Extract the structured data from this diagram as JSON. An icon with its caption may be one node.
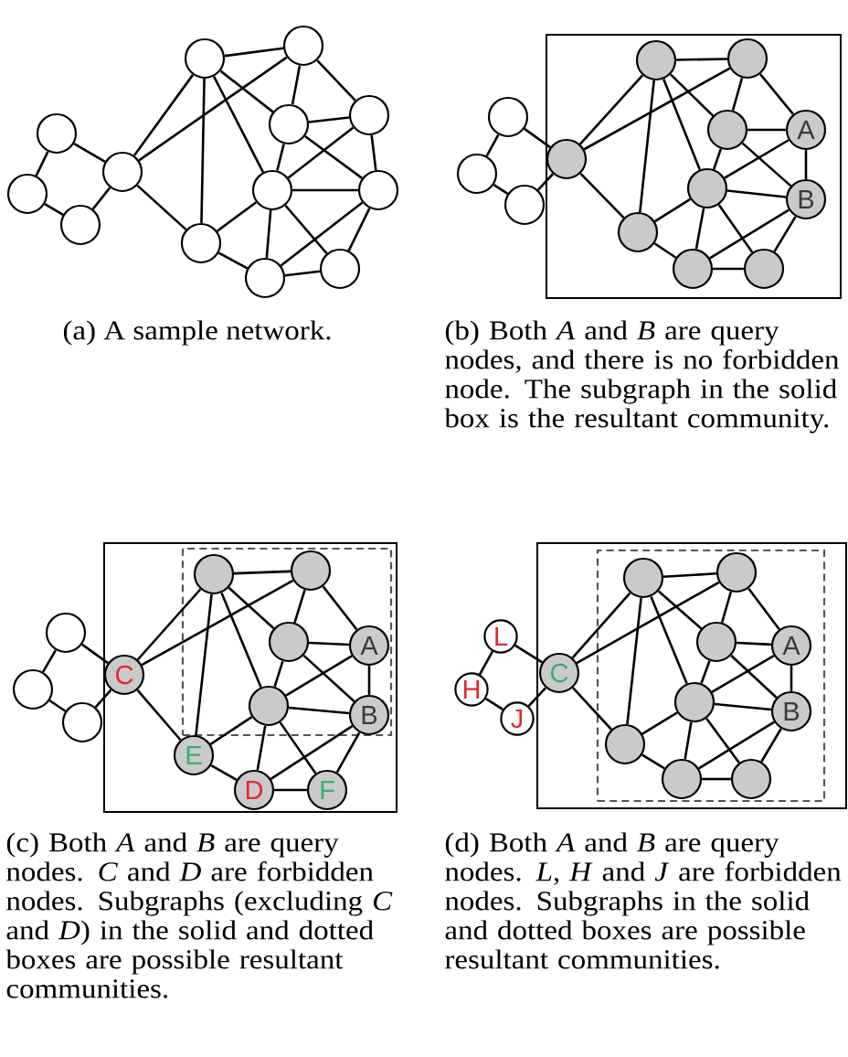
{
  "diagram": {
    "nodes": [
      {
        "text": [],
        "shape": "circle"
      },
      {
        "text": [],
        "shape": "circle"
      },
      {
        "text": [],
        "shape": "circle"
      },
      {
        "text": [],
        "shape": "circle"
      },
      {
        "text": [],
        "shape": "circle"
      },
      {
        "text": [],
        "shape": "circle"
      },
      {
        "text": [],
        "shape": "circle"
      },
      {
        "text": [],
        "shape": "circle"
      },
      {
        "text": [],
        "shape": "circle"
      },
      {
        "text": [],
        "shape": "circle"
      },
      {
        "text": [],
        "shape": "circle"
      },
      {
        "text": [],
        "shape": "circle"
      },
      {
        "text": [],
        "shape": "circle"
      },
      {
        "text": [],
        "shape": "circle"
      },
      {
        "text": [],
        "shape": "circle"
      },
      {
        "text": [],
        "shape": "circle"
      },
      {
        "text": [],
        "shape": "box"
      },
      {
        "text": [],
        "shape": "circle",
        "in": 16
      },
      {
        "text": [],
        "shape": "circle",
        "in": 16
      },
      {
        "text": [],
        "shape": "circle",
        "in": 16
      },
      {
        "text": [],
        "shape": "circle",
        "in": 16
      },
      {
        "text": [
          "A"
        ],
        "in": 16
      },
      {
        "text": [],
        "shape": "circle",
        "in": 16
      },
      {
        "text": [
          "B"
        ],
        "in": 16
      },
      {
        "text": [],
        "shape": "circle",
        "in": 16
      },
      {
        "text": [],
        "shape": "circle",
        "in": 16
      },
      {
        "text": [],
        "shape": "circle",
        "in": 16
      },
      {
        "text": [],
        "shape": "circle"
      },
      {
        "text": [],
        "shape": "circle"
      },
      {
        "text": [],
        "shape": "circle"
      },
      {
        "text": [],
        "shape": "box"
      },
      {
        "text": [
          "C"
        ],
        "in": 30
      },
      {
        "text": [],
        "shape": "box",
        "in": 30
      },
      {
        "text": [],
        "shape": "circle",
        "in": 32
      },
      {
        "text": [],
        "shape": "circle",
        "in": 32
      },
      {
        "text": [],
        "shape": "circle",
        "in": 32
      },
      {
        "text": [
          "A"
        ],
        "in": 32
      },
      {
        "text": [],
        "shape": "circle",
        "in": 32
      },
      {
        "text": [
          "B"
        ],
        "in": 32
      },
      {
        "text": [
          "E"
        ],
        "in": 30
      },
      {
        "text": [
          "D"
        ],
        "in": 30
      },
      {
        "text": [
          "F"
        ],
        "in": 30
      },
      {
        "text": [
          "L"
        ]
      },
      {
        "text": [
          "H"
        ]
      },
      {
        "text": [
          "J"
        ]
      },
      {
        "text": [],
        "shape": "box"
      },
      {
        "text": [
          "C"
        ],
        "in": 45
      },
      {
        "text": [],
        "shape": "box",
        "in": 45
      },
      {
        "text": [],
        "shape": "circle",
        "in": 47
      },
      {
        "text": [],
        "shape": "circle",
        "in": 47
      },
      {
        "text": [],
        "shape": "circle",
        "in": 47
      },
      {
        "text": [
          "A"
        ],
        "in": 47
      },
      {
        "text": [],
        "shape": "circle",
        "in": 47
      },
      {
        "text": [
          "B"
        ],
        "in": 47
      },
      {
        "text": [],
        "shape": "circle",
        "in": 47
      },
      {
        "text": [],
        "shape": "circle",
        "in": 47
      },
      {
        "text": [],
        "shape": "circle",
        "in": 47
      }
    ],
    "edges": [
      {
        "from": 0,
        "to": 3,
        "arrow": "none"
      },
      {
        "from": 0,
        "to": 1,
        "arrow": "none"
      },
      {
        "from": 1,
        "to": 2,
        "arrow": "none"
      },
      {
        "from": 2,
        "to": 3,
        "arrow": "none"
      },
      {
        "from": 3,
        "to": 4,
        "arrow": "none"
      },
      {
        "from": 3,
        "to": 5,
        "arrow": "none"
      },
      {
        "from": 3,
        "to": 10,
        "arrow": "none"
      },
      {
        "from": 4,
        "to": 5,
        "arrow": "none"
      },
      {
        "from": 4,
        "to": 10,
        "arrow": "none"
      },
      {
        "from": 4,
        "to": 6,
        "arrow": "none"
      },
      {
        "from": 4,
        "to": 8,
        "arrow": "none"
      },
      {
        "from": 5,
        "to": 6,
        "arrow": "none"
      },
      {
        "from": 5,
        "to": 7,
        "arrow": "none"
      },
      {
        "from": 6,
        "to": 7,
        "arrow": "none"
      },
      {
        "from": 6,
        "to": 8,
        "arrow": "none"
      },
      {
        "from": 6,
        "to": 9,
        "arrow": "none"
      },
      {
        "from": 7,
        "to": 9,
        "arrow": "none"
      },
      {
        "from": 7,
        "to": 8,
        "arrow": "none"
      },
      {
        "from": 8,
        "to": 9,
        "arrow": "none"
      },
      {
        "from": 8,
        "to": 10,
        "arrow": "none"
      },
      {
        "from": 8,
        "to": 11,
        "arrow": "none"
      },
      {
        "from": 8,
        "to": 12,
        "arrow": "none"
      },
      {
        "from": 10,
        "to": 11,
        "arrow": "none"
      },
      {
        "from": 11,
        "to": 12,
        "arrow": "none"
      },
      {
        "from": 11,
        "to": 9,
        "arrow": "none"
      },
      {
        "from": 12,
        "to": 9,
        "arrow": "none"
      },
      {
        "from": 13,
        "to": 17,
        "arrow": "none"
      },
      {
        "from": 13,
        "to": 14,
        "arrow": "none"
      },
      {
        "from": 14,
        "to": 15,
        "arrow": "none"
      },
      {
        "from": 15,
        "to": 17,
        "arrow": "none"
      },
      {
        "from": 17,
        "to": 18,
        "arrow": "none"
      },
      {
        "from": 17,
        "to": 19,
        "arrow": "none"
      },
      {
        "from": 17,
        "to": 24,
        "arrow": "none"
      },
      {
        "from": 18,
        "to": 19,
        "arrow": "none"
      },
      {
        "from": 18,
        "to": 24,
        "arrow": "none"
      },
      {
        "from": 18,
        "to": 20,
        "arrow": "none"
      },
      {
        "from": 18,
        "to": 22,
        "arrow": "none"
      },
      {
        "from": 19,
        "to": 20,
        "arrow": "none"
      },
      {
        "from": 19,
        "to": 21,
        "arrow": "none"
      },
      {
        "from": 20,
        "to": 21,
        "arrow": "none"
      },
      {
        "from": 20,
        "to": 22,
        "arrow": "none"
      },
      {
        "from": 20,
        "to": 23,
        "arrow": "none"
      },
      {
        "from": 21,
        "to": 23,
        "arrow": "none"
      },
      {
        "from": 21,
        "to": 22,
        "arrow": "none"
      },
      {
        "from": 22,
        "to": 23,
        "arrow": "none"
      },
      {
        "from": 22,
        "to": 24,
        "arrow": "none"
      },
      {
        "from": 22,
        "to": 25,
        "arrow": "none"
      },
      {
        "from": 22,
        "to": 26,
        "arrow": "none"
      },
      {
        "from": 24,
        "to": 25,
        "arrow": "none"
      },
      {
        "from": 25,
        "to": 26,
        "arrow": "none"
      },
      {
        "from": 25,
        "to": 23,
        "arrow": "none"
      },
      {
        "from": 26,
        "to": 23,
        "arrow": "none"
      },
      {
        "from": 27,
        "to": 31,
        "arrow": "none"
      },
      {
        "from": 27,
        "to": 28,
        "arrow": "none"
      },
      {
        "from": 28,
        "to": 29,
        "arrow": "none"
      },
      {
        "from": 29,
        "to": 31,
        "arrow": "none"
      },
      {
        "from": 31,
        "to": 33,
        "arrow": "none"
      },
      {
        "from": 31,
        "to": 34,
        "arrow": "none"
      },
      {
        "from": 31,
        "to": 39,
        "arrow": "none"
      },
      {
        "from": 33,
        "to": 34,
        "arrow": "none"
      },
      {
        "from": 33,
        "to": 39,
        "arrow": "none"
      },
      {
        "from": 33,
        "to": 35,
        "arrow": "none"
      },
      {
        "from": 33,
        "to": 37,
        "arrow": "none"
      },
      {
        "from": 34,
        "to": 35,
        "arrow": "none"
      },
      {
        "from": 34,
        "to": 36,
        "arrow": "none"
      },
      {
        "from": 35,
        "to": 36,
        "arrow": "none"
      },
      {
        "from": 35,
        "to": 37,
        "arrow": "none"
      },
      {
        "from": 35,
        "to": 38,
        "arrow": "none"
      },
      {
        "from": 36,
        "to": 38,
        "arrow": "none"
      },
      {
        "from": 36,
        "to": 37,
        "arrow": "none"
      },
      {
        "from": 37,
        "to": 38,
        "arrow": "none"
      },
      {
        "from": 37,
        "to": 39,
        "arrow": "none"
      },
      {
        "from": 37,
        "to": 40,
        "arrow": "none"
      },
      {
        "from": 37,
        "to": 41,
        "arrow": "none"
      },
      {
        "from": 39,
        "to": 40,
        "arrow": "none"
      },
      {
        "from": 40,
        "to": 41,
        "arrow": "none"
      },
      {
        "from": 40,
        "to": 38,
        "arrow": "none"
      },
      {
        "from": 41,
        "to": 38,
        "arrow": "none"
      },
      {
        "from": 42,
        "to": 46,
        "arrow": "none"
      },
      {
        "from": 42,
        "to": 43,
        "arrow": "none"
      },
      {
        "from": 43,
        "to": 44,
        "arrow": "none"
      },
      {
        "from": 44,
        "to": 46,
        "arrow": "none"
      },
      {
        "from": 46,
        "to": 48,
        "arrow": "none"
      },
      {
        "from": 46,
        "to": 49,
        "arrow": "none"
      },
      {
        "from": 46,
        "to": 54,
        "arrow": "none"
      },
      {
        "from": 48,
        "to": 49,
        "arrow": "none"
      },
      {
        "from": 48,
        "to": 54,
        "arrow": "none"
      },
      {
        "from": 48,
        "to": 50,
        "arrow": "none"
      },
      {
        "from": 48,
        "to": 52,
        "arrow": "none"
      },
      {
        "from": 49,
        "to": 50,
        "arrow": "none"
      },
      {
        "from": 49,
        "to": 51,
        "arrow": "none"
      },
      {
        "from": 50,
        "to": 51,
        "arrow": "none"
      },
      {
        "from": 50,
        "to": 52,
        "arrow": "none"
      },
      {
        "from": 50,
        "to": 53,
        "arrow": "none"
      },
      {
        "from": 51,
        "to": 53,
        "arrow": "none"
      },
      {
        "from": 51,
        "to": 52,
        "arrow": "none"
      },
      {
        "from": 52,
        "to": 53,
        "arrow": "none"
      },
      {
        "from": 52,
        "to": 54,
        "arrow": "none"
      },
      {
        "from": 52,
        "to": 55,
        "arrow": "none"
      },
      {
        "from": 52,
        "to": 56,
        "arrow": "none"
      },
      {
        "from": 54,
        "to": 55,
        "arrow": "none"
      },
      {
        "from": 55,
        "to": 56,
        "arrow": "none"
      },
      {
        "from": 55,
        "to": 53,
        "arrow": "none"
      },
      {
        "from": 56,
        "to": 53,
        "arrow": "none"
      }
    ],
    "labels": [
      "(a) A sample network.",
      "(b) Both *A* and *B* are query nodes, and there is no forbidden node. The subgraph in the solid box is the resultant community.",
      "(c) Both *A* and *B* are query nodes. *C* and *D* are forbidden nodes. Subgraphs (excluding *C* and *D*) in the solid and dotted boxes are possible resultant communities.",
      "(d) Both *A* and *B* are query nodes. *L*, *H* and *J* are forbidden nodes. Subgraphs in the solid and dotted boxes are possible resultant communities."
    ]
  }
}
